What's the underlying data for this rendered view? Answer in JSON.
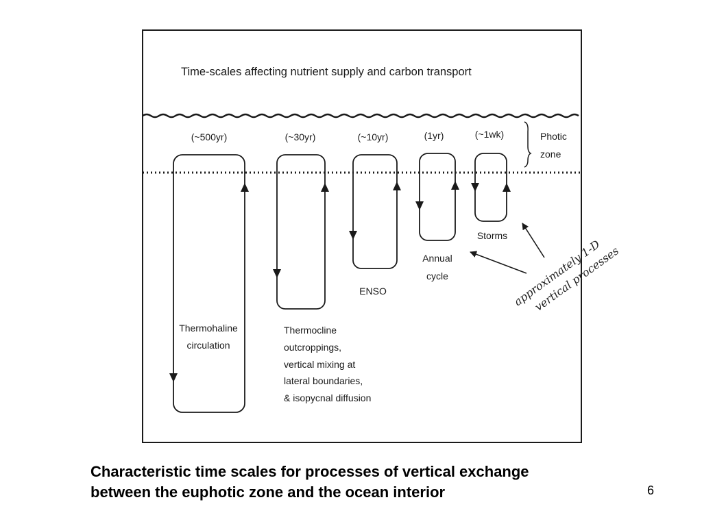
{
  "figure": {
    "title": "Time-scales affecting nutrient supply and carbon transport",
    "photic_zone_label": [
      "Photic",
      "zone"
    ],
    "cells": [
      {
        "id": "thermohaline",
        "timescale": "(~500yr)",
        "label": [
          "Thermohaline",
          "circulation"
        ]
      },
      {
        "id": "thermocline",
        "timescale": "(~30yr)",
        "label": [
          "Thermocline",
          "outcroppings,",
          "vertical mixing at",
          "lateral boundaries,",
          "& isopycnal diffusion"
        ]
      },
      {
        "id": "enso",
        "timescale": "(~10yr)",
        "label": [
          "ENSO"
        ]
      },
      {
        "id": "annual",
        "timescale": "(1yr)",
        "label": [
          "Annual",
          "cycle"
        ]
      },
      {
        "id": "storms",
        "timescale": "(~1wk)",
        "label": [
          "Storms"
        ]
      }
    ],
    "annotation": [
      "approximately 1-D",
      "vertical processes"
    ]
  },
  "caption": {
    "line1": "Characteristic time scales for processes of vertical exchange",
    "line2": "between the euphotic zone and the ocean interior"
  },
  "page_number": "6",
  "colors": {
    "ink": "#1a1a1a",
    "background": "#ffffff"
  }
}
